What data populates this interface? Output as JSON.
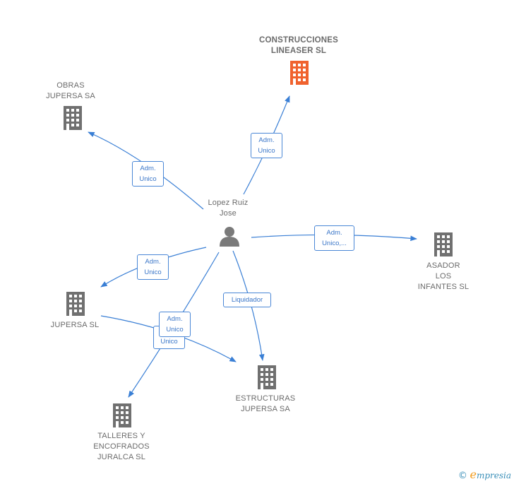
{
  "colors": {
    "edge": "#3a7fd5",
    "building": "#707070",
    "building_highlight": "#f0622e",
    "person": "#7a7a7a",
    "label_text": "#6b6b6b",
    "relation_text": "#3a76c8",
    "brand_orange": "#f29b1b",
    "brand_blue": "#3a8fb8"
  },
  "center_person": {
    "name_line1": "Lopez Ruiz",
    "name_line2": "Jose",
    "icon": "person-icon"
  },
  "companies": {
    "construcciones": {
      "line1": "CONSTRUCCIONES",
      "line2": "LINEASER  SL",
      "icon": "building-icon",
      "highlighted": true
    },
    "obras": {
      "line1": "OBRAS",
      "line2": "JUPERSA SA",
      "icon": "building-icon"
    },
    "asador": {
      "line1": "ASADOR",
      "line2": "LOS",
      "line3": "INFANTES SL",
      "icon": "building-icon"
    },
    "jupersa": {
      "line1": "JUPERSA  SL",
      "icon": "building-icon"
    },
    "estructuras": {
      "line1": "ESTRUCTURAS",
      "line2": "JUPERSA SA",
      "icon": "building-icon"
    },
    "talleres": {
      "line1": "TALLERES Y",
      "line2": "ENCOFRADOS",
      "line3": "JURALCA SL",
      "icon": "building-icon"
    }
  },
  "relations": {
    "r_construcciones": {
      "line1": "Adm.",
      "line2": "Unico"
    },
    "r_obras": {
      "line1": "Adm.",
      "line2": "Unico"
    },
    "r_asador": {
      "line1": "Adm.",
      "line2": "Unico,..."
    },
    "r_jupersa": {
      "line1": "Adm.",
      "line2": "Unico"
    },
    "r_estructuras": {
      "line1": "Liquidador"
    },
    "r_jupersa_estructuras": {
      "line1": "Unico"
    },
    "r_talleres": {
      "line1": "Adm.",
      "line2": "Unico"
    }
  },
  "footer": {
    "copyright": "©",
    "brand_initial": "e",
    "brand_rest": "mpresia"
  }
}
